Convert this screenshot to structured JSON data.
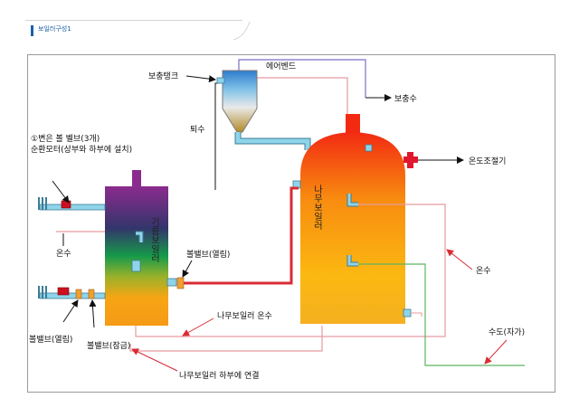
{
  "header": {
    "title": "보일러구성1"
  },
  "labels": {
    "air_vent": "에어벤드",
    "expansion_tank": "보충탱크",
    "makeup_water": "보충수",
    "drain": "퇴수",
    "valve_note_1": "①변은 볼 벨브(3개)",
    "valve_note_2": "순환모터(상부와 하부에 설치)",
    "temp_control": "온도조절기",
    "gas_boiler": "기름보일러",
    "wood_boiler": "나무보일러",
    "hot_water_left": "온수",
    "ball_valve_open_right": "볼밸브(열림)",
    "wood_boiler_hot_water": "나무보일러 온수",
    "hot_water_right": "온수",
    "tap_water": "수도(자가)",
    "ball_valve_open_left": "볼밸브(열림)",
    "ball_valve_closed": "볼밸브(잠금)",
    "wood_boiler_bottom": "나무보일러 하부에 연결"
  },
  "colors": {
    "pipe_fill": "#8fd4ea",
    "hot_pipe": "#d92b34",
    "pink_line": "#e69aa0",
    "green_line": "#5fb560",
    "purple_line": "#7b6fc6",
    "arrow": "#111111"
  }
}
